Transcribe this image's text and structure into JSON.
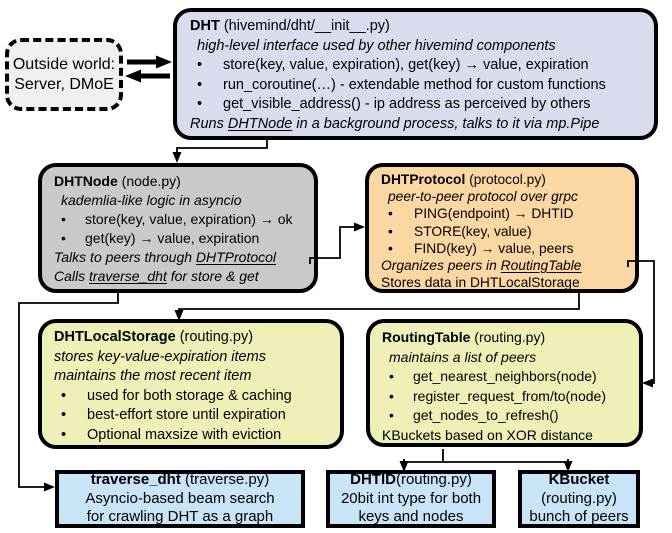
{
  "glyphs": {
    "bullet": "•"
  },
  "colors": {
    "dht_fill": "#d8dcec",
    "node_fill": "#c9c9c9",
    "protocol_fill": "#fbd7a4",
    "yellow_fill": "#eff0b7",
    "blue_fill": "#c8e4f6",
    "outside_fill": "#f0f0f2",
    "border": "#000000"
  },
  "outside": {
    "line1": "Outside world:",
    "line2": "Server, DMoE"
  },
  "boxes": {
    "dht": {
      "title_bold": "DHT",
      "title_rest": " (hivemind/dht/__init__.py)",
      "subtitle": "high-level interface used by other hivemind components",
      "bullets": [
        "store(key, value, expiration), get(key) → value, expiration",
        "run_coroutine(…) - extendable method for custom functions",
        "get_visible_address() - ip address as perceived by others"
      ],
      "footer": {
        "pre": "Runs ",
        "link": "DHTNode",
        "post": " in a background process, talks to it via mp.Pipe"
      }
    },
    "dhtnode": {
      "title_bold": "DHTNode",
      "title_rest": " (node.py)",
      "subtitle": "kademlia-like logic in asyncio",
      "bullets": [
        "store(key, value, expiration) → ok",
        "get(key) → value, expiration"
      ],
      "talks": {
        "pre": "Talks to peers through ",
        "link": "DHTProtocol"
      },
      "calls": {
        "pre": "Calls ",
        "link": "traverse_dht",
        "post": " for store & get"
      }
    },
    "dhtprotocol": {
      "title_bold": "DHTProtocol",
      "title_rest": " (protocol.py)",
      "subtitle": "peer-to-peer protocol over grpc",
      "bullets": [
        "PING(endpoint) → DHTID",
        "STORE(key, value)",
        "FIND(key) → value, peers"
      ],
      "organizes": {
        "pre": "Organizes peers in ",
        "link": "RoutingTable"
      },
      "stores": {
        "pre": "Stores data in DHT",
        "link": "LocalStorage"
      }
    },
    "dhtlocalstorage": {
      "title_bold": "DHTLocalStorage",
      "title_rest": " (routing.py)",
      "subtitle1": "stores key-value-expiration items",
      "subtitle2": "maintains the most recent item",
      "bullets": [
        "used for both storage & caching",
        "best-effort store until expiration",
        "Optional maxsize with eviction"
      ]
    },
    "routingtable": {
      "title_bold": "RoutingTable",
      "title_rest": " (routing.py)",
      "subtitle": "maintains a list of peers",
      "bullets": [
        "get_nearest_neighbors(node)",
        "register_request_from/to(node)",
        "get_nodes_to_refresh()"
      ],
      "footer": "KBuckets based on XOR distance"
    },
    "traverse": {
      "title_bold": "traverse_dht",
      "title_rest": " (traverse.py)",
      "line2": "Asyncio-based beam search",
      "line3": "for crawling DHT as a graph"
    },
    "dhtid": {
      "title_bold": "DHTID",
      "title_rest": "(routing.py)",
      "line2": "20bit int type for both",
      "line3": "keys and nodes"
    },
    "kbucket": {
      "title_bold": "KBucket",
      "line2": "(routing.py)",
      "line3": "bunch of peers"
    }
  }
}
